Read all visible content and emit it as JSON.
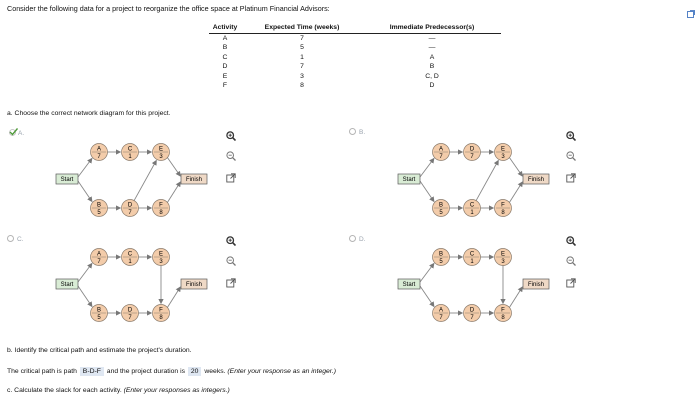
{
  "intro": "Consider the following data for a project to reorganize the office space at Platinum Financial Advisors:",
  "table": {
    "headers": [
      "Activity",
      "Expected Time (weeks)",
      "Immediate Predecessor(s)"
    ],
    "rows": [
      [
        "A",
        "7",
        "—"
      ],
      [
        "B",
        "5",
        "—"
      ],
      [
        "C",
        "1",
        "A"
      ],
      [
        "D",
        "7",
        "B"
      ],
      [
        "E",
        "3",
        "C, D"
      ],
      [
        "F",
        "8",
        "D"
      ]
    ]
  },
  "part_a": "a. Choose the correct network diagram for this project.",
  "options": [
    {
      "key": "A",
      "label": "A.",
      "selected": true,
      "top": [
        "A",
        "C",
        "E"
      ],
      "top_times": [
        "7",
        "1",
        "3"
      ],
      "bottom": [
        "B",
        "D",
        "F"
      ],
      "bottom_times": [
        "5",
        "7",
        "8"
      ],
      "cross": "D-E"
    },
    {
      "key": "B",
      "label": "B.",
      "selected": false,
      "top": [
        "A",
        "D",
        "E"
      ],
      "top_times": [
        "7",
        "7",
        "3"
      ],
      "bottom": [
        "B",
        "C",
        "F"
      ],
      "bottom_times": [
        "5",
        "1",
        "8"
      ],
      "cross": "C-E"
    },
    {
      "key": "C",
      "label": "C.",
      "selected": false,
      "top": [
        "A",
        "C",
        "E"
      ],
      "top_times": [
        "7",
        "1",
        "3"
      ],
      "bottom": [
        "B",
        "D",
        "F"
      ],
      "bottom_times": [
        "5",
        "7",
        "8"
      ],
      "cross": "E-F"
    },
    {
      "key": "D",
      "label": "D.",
      "selected": false,
      "top": [
        "B",
        "C",
        "E"
      ],
      "top_times": [
        "5",
        "1",
        "3"
      ],
      "bottom": [
        "A",
        "D",
        "F"
      ],
      "bottom_times": [
        "7",
        "7",
        "8"
      ],
      "cross": "E-F"
    }
  ],
  "start_label": "Start",
  "finish_label": "Finish",
  "part_b": "b. Identify the critical path and estimate the project's duration.",
  "critical": {
    "prefix": "The critical path is path",
    "path": "B-D-F",
    "middle": "and the project duration is",
    "duration": "20",
    "suffix": "weeks.",
    "hint": "(Enter your response as an integer.)"
  },
  "part_c": "c. Calculate the slack for each activity.",
  "part_c_hint": "(Enter your responses as integers.)",
  "colors": {
    "start_fill": "#d9ecd5",
    "finish_fill": "#efd9c6",
    "node_fill": "#f3ccaa",
    "accent": "#2a63b8",
    "check": "#4f9a3a"
  },
  "icons": [
    "zoom-in-icon",
    "zoom-out-icon",
    "expand-icon",
    "checkmark-icon",
    "page-corner-icon"
  ]
}
